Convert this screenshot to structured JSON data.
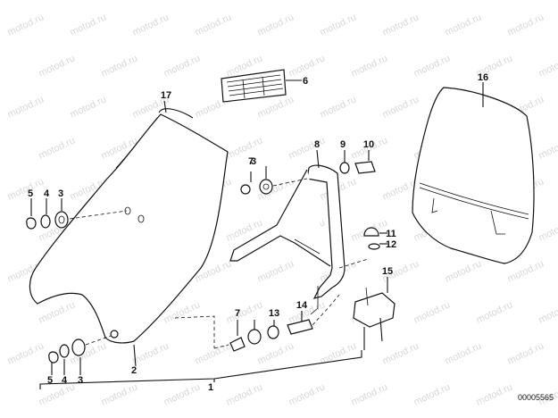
{
  "watermark": "motod.ru",
  "drawing_code": "00005565",
  "callouts": [
    "1",
    "2",
    "3",
    "3",
    "3",
    "4",
    "4",
    "5",
    "5",
    "6",
    "7",
    "7",
    "8",
    "9",
    "10",
    "11",
    "12",
    "13",
    "14",
    "15",
    "16",
    "17"
  ]
}
